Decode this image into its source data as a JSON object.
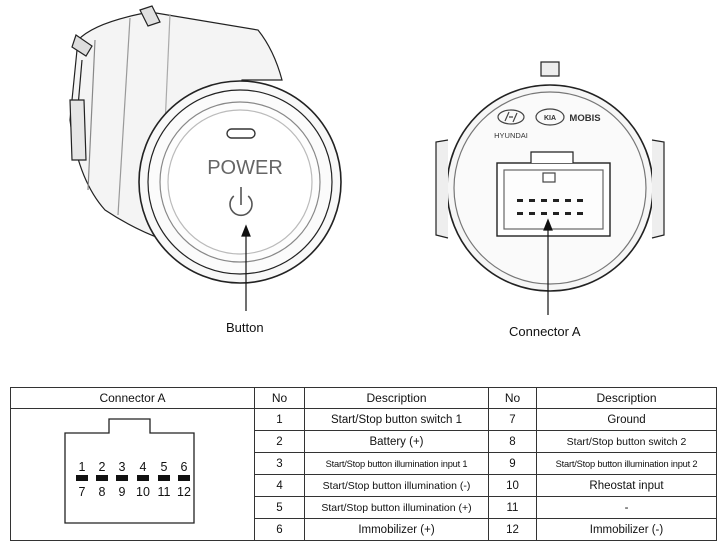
{
  "button_panel": {
    "power_text": "POWER",
    "callout_label": "Button"
  },
  "connector_panel": {
    "callout_label": "Connector A",
    "brands": [
      "HYUNDAI",
      "KIA",
      "MOBIS"
    ]
  },
  "pin_table": {
    "headers": {
      "connector": "Connector A",
      "no_left": "No",
      "description_left": "Description",
      "no_right": "No",
      "description_right": "Description"
    },
    "pin_numbers_top": [
      "1",
      "2",
      "3",
      "4",
      "5",
      "6"
    ],
    "pin_numbers_bottom": [
      "7",
      "8",
      "9",
      "10",
      "11",
      "12"
    ],
    "rows": [
      {
        "no_left": "1",
        "desc_left": "Start/Stop button switch 1",
        "no_right": "7",
        "desc_right": "Ground"
      },
      {
        "no_left": "2",
        "desc_left": "Battery (+)",
        "no_right": "8",
        "desc_right": "Start/Stop button switch 2"
      },
      {
        "no_left": "3",
        "desc_left": "Start/Stop button illumination input 1",
        "no_right": "9",
        "desc_right": "Start/Stop button illumination input 2"
      },
      {
        "no_left": "4",
        "desc_left": "Start/Stop button illumination (-)",
        "no_right": "10",
        "desc_right": "Rheostat input"
      },
      {
        "no_left": "5",
        "desc_left": "Start/Stop button illumination (+)",
        "no_right": "11",
        "desc_right": "-"
      },
      {
        "no_left": "6",
        "desc_left": "Immobilizer (+)",
        "no_right": "12",
        "desc_right": "Immobilizer (-)"
      }
    ]
  }
}
